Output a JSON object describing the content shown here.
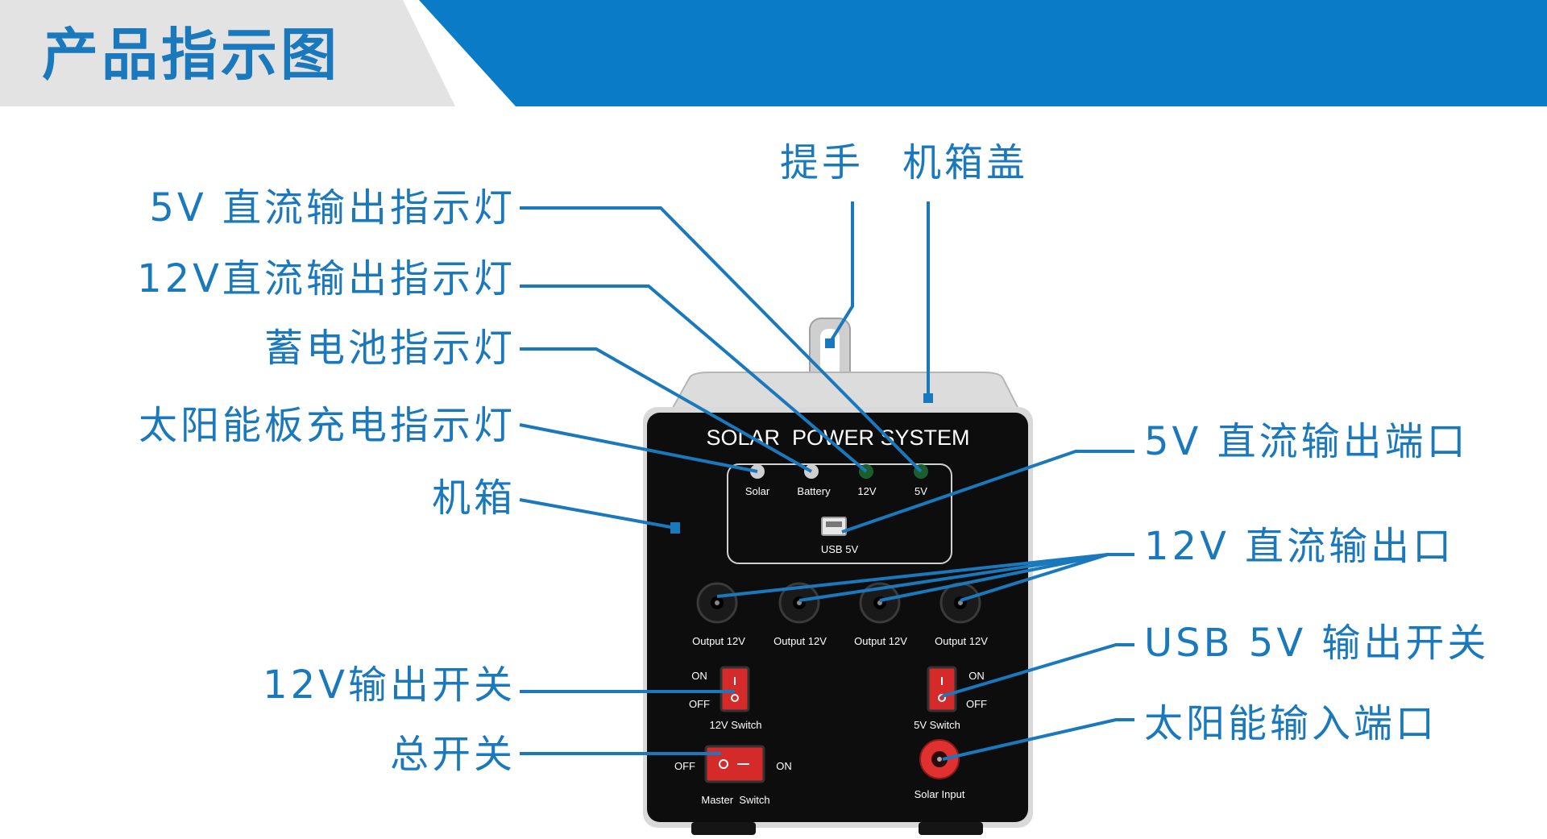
{
  "header": {
    "title": "产品指示图",
    "bar_color": "#0a7cc7",
    "tab_color": "#e3e3e3"
  },
  "callouts": {
    "handle": "提手",
    "lid": "机箱盖",
    "led_5v": "5V 直流输出指示灯",
    "led_12v": "12V直流输出指示灯",
    "led_battery": "蓄电池指示灯",
    "led_solar": "太阳能板充电指示灯",
    "chassis": "机箱",
    "usb_port": "5V 直流输出端口",
    "dc_ports": "12V 直流输出口",
    "usb_switch": "USB 5V 输出开关",
    "switch_12v": "12V输出开关",
    "solar_input": "太阳能输入端口",
    "master_switch": "总开关"
  },
  "device": {
    "brand": "SOLAR  POWER SYSTEM",
    "leds": [
      "Solar",
      "Battery",
      "12V",
      "5V"
    ],
    "usb_label": "USB 5V",
    "outputs": [
      "Output 12V",
      "Output 12V",
      "Output 12V",
      "Output 12V"
    ],
    "on_label": "ON",
    "off_label": "OFF",
    "switch_12v_label": "12V Switch",
    "switch_5v_label": "5V Switch",
    "master_label": "Master  Switch",
    "solar_input_label": "Solar Input"
  },
  "colors": {
    "accent": "#1a78bd",
    "panel": "#0d0d0d",
    "switch_red": "#d42a2a"
  }
}
